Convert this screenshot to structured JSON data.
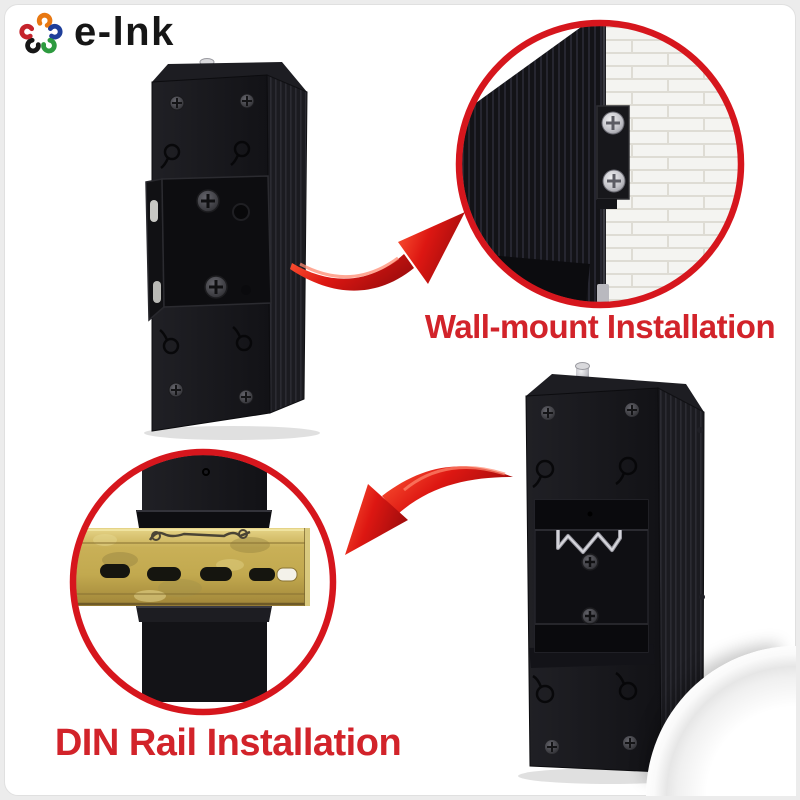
{
  "brand": {
    "logo_text": "e-lnk",
    "swirl_icon": "five-comma-swirl-icon"
  },
  "captions": {
    "wall_mount": "Wall-mount Installation",
    "din_rail": "DIN Rail Installation"
  },
  "figures": {
    "device_wall": "switch-rear-panel-with-wall-mount-bracket-photo",
    "zoom_wall": "wall-bracket-screws-on-white-brick-wall-photo",
    "device_din": "switch-rear-panel-with-din-rail-clip-photo",
    "zoom_din": "device-clipped-on-gold-din-rail-photo"
  },
  "colors": {
    "caption_red": "#d2232a",
    "ring_red": "#d6161d",
    "arrow_red": "#dd1712",
    "device_black": "#17171a",
    "rail_gold": "#c2a94f",
    "logo_orange": "#e87812",
    "logo_blue": "#1e3e9a",
    "logo_green": "#2d9a3f",
    "logo_red": "#c5232b",
    "logo_black": "#161616"
  }
}
